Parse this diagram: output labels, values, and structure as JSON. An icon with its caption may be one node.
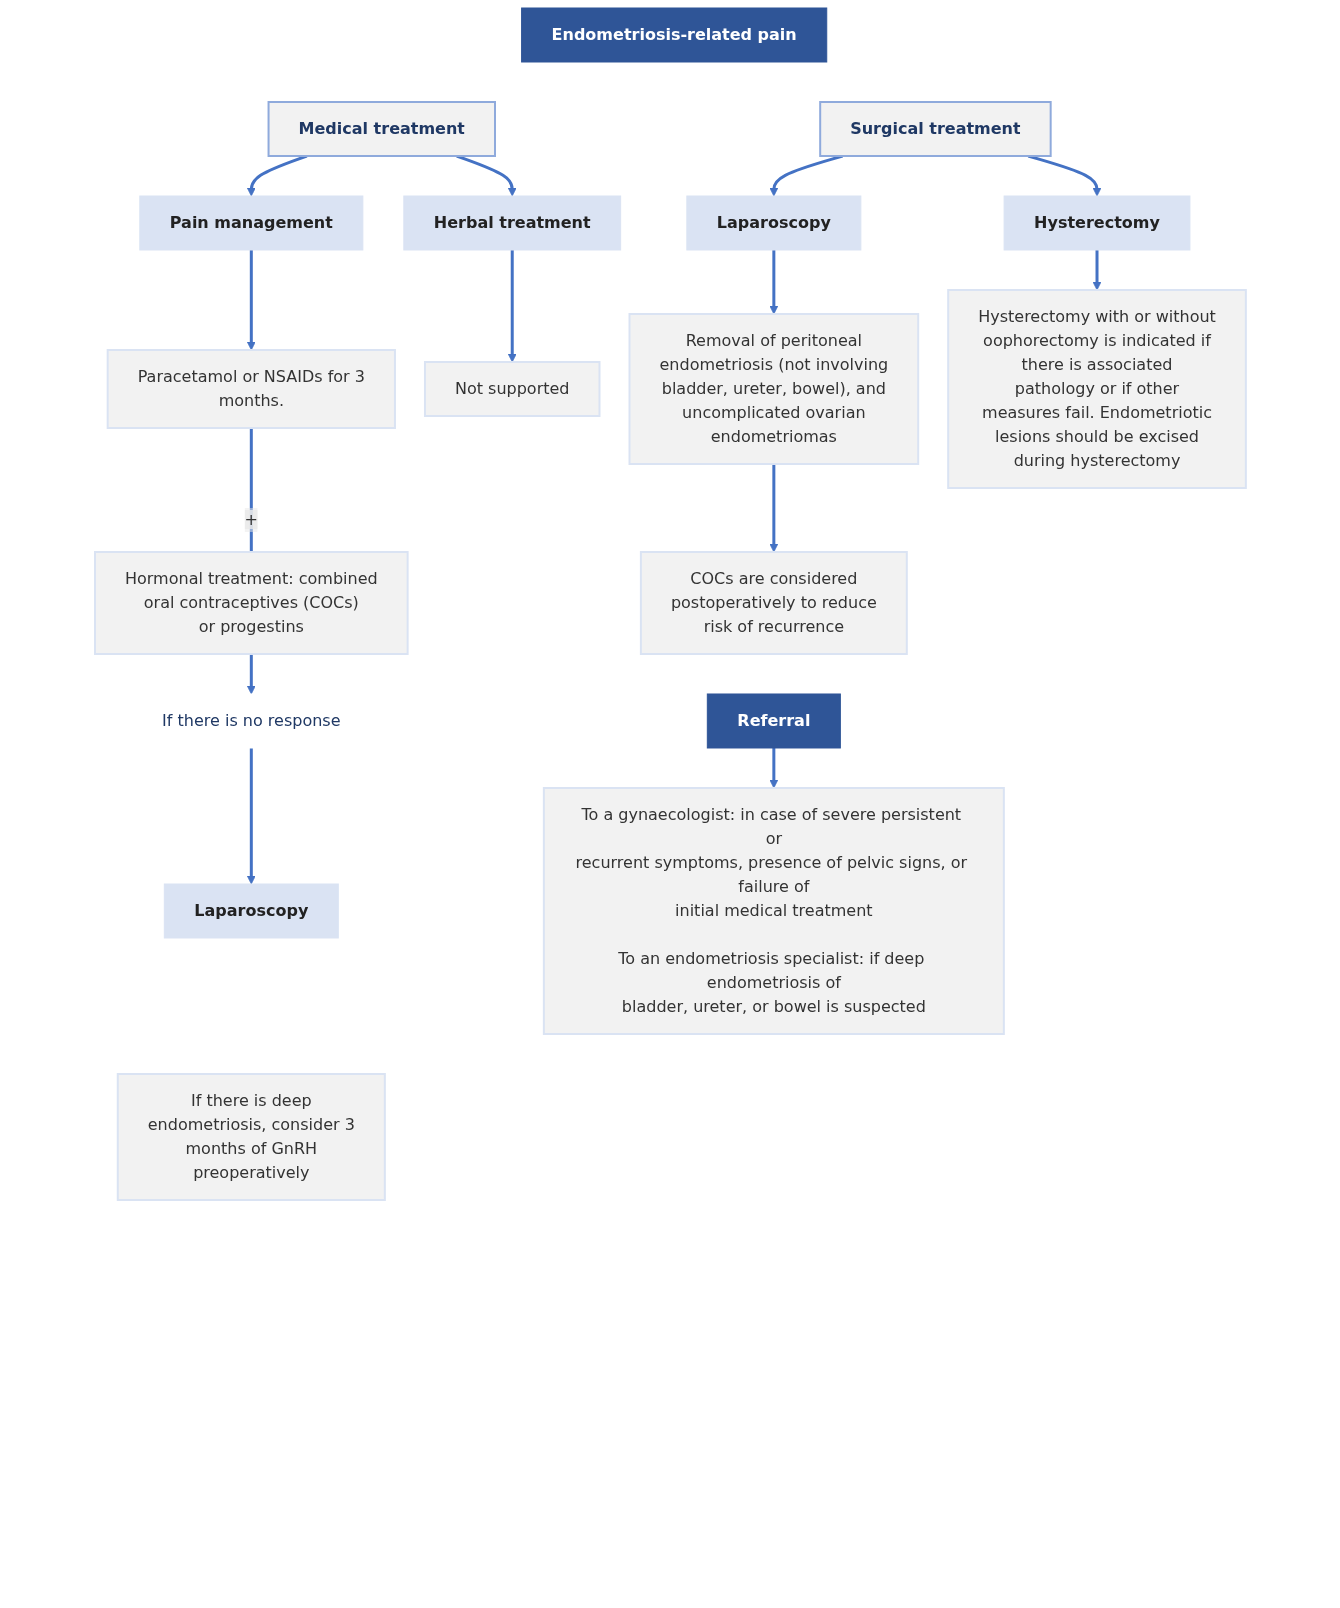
{
  "diagram": {
    "nodes": [
      {
        "text": [
          "Endometriosis-related pain"
        ]
      },
      {
        "text": [
          "Medical treatment"
        ]
      },
      {
        "text": [
          "Surgical treatment"
        ]
      },
      {
        "text": [
          "Pain management"
        ]
      },
      {
        "text": [
          "Herbal treatment"
        ]
      },
      {
        "text": [
          "Laparoscopy"
        ]
      },
      {
        "text": [
          "Hysterectomy"
        ]
      },
      {
        "text": [
          "Paracetamol or NSAIDs for 3 months."
        ]
      },
      {
        "text": [
          "Not supported"
        ]
      },
      {
        "text": [
          "Removal of peritoneal endometriosis (not involving bladder, ureter, bowel), and uncomplicated ovarian endometriomas"
        ]
      },
      {
        "text": [
          "Hysterectomy with or without oophorectomy is indicated if there is associated pathology or if other measures fail. Endometriotic lesions should be excised during hysterectomy"
        ]
      },
      {
        "text": [
          "Hormonal treatment: combined oral contraceptives (COCs) or progestins"
        ]
      },
      {
        "text": [
          "COCs are considered postoperatively to reduce risk of recurrence"
        ]
      },
      {
        "text": [
          "If there is no response"
        ]
      },
      {
        "text": [
          "Laparoscopy"
        ]
      },
      {
        "text": [
          "If there is deep endometriosis, consider 3 months of GnRH preoperatively"
        ]
      },
      {
        "text": [
          "Referral"
        ]
      },
      {
        "text": [
          "To a gynaecologist: in case of severe persistent or recurrent symptoms, presence of pelvic signs, or failure of initial medical treatment",
          "To an endometriosis specialist: if deep endometriosis of bladder, ureter, or bowel is suspected"
        ]
      }
    ],
    "edges": [
      {
        "from": 1,
        "to": 3,
        "arrow": "to"
      },
      {
        "from": 1,
        "to": 4,
        "arrow": "to"
      },
      {
        "from": 2,
        "to": 5,
        "arrow": "to"
      },
      {
        "from": 2,
        "to": 6,
        "arrow": "to"
      },
      {
        "from": 3,
        "to": 7,
        "arrow": "to"
      },
      {
        "from": 4,
        "to": 8,
        "arrow": "to"
      },
      {
        "from": 5,
        "to": 9,
        "arrow": "to"
      },
      {
        "from": 6,
        "to": 10,
        "arrow": "to"
      },
      {
        "from": 7,
        "to": 11,
        "arrow": "none",
        "label": "+"
      },
      {
        "from": 9,
        "to": 12,
        "arrow": "to"
      },
      {
        "from": 11,
        "to": 13,
        "arrow": "to"
      },
      {
        "from": 13,
        "to": 14,
        "arrow": "to"
      },
      {
        "from": 16,
        "to": 17,
        "arrow": "to"
      }
    ]
  }
}
